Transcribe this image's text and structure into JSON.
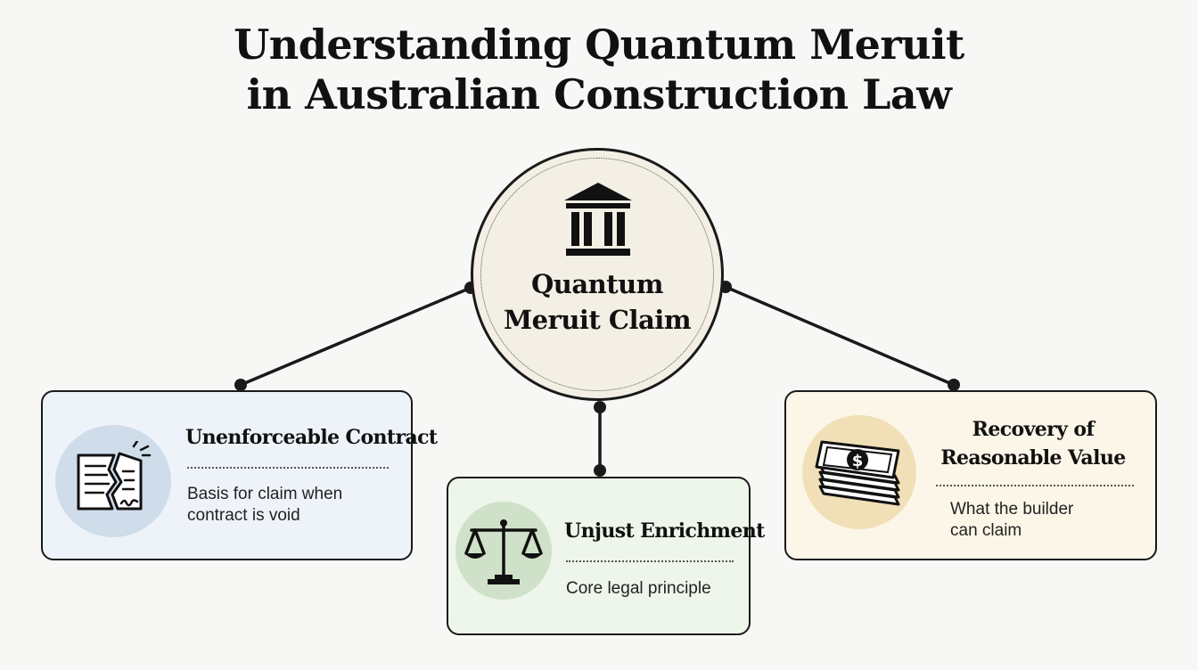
{
  "title": {
    "line1": "Understanding Quantum Meruit",
    "line2": "in Australian Construction Law"
  },
  "hub": {
    "line1": "Quantum",
    "line2": "Meruit Claim",
    "icon": "courthouse-icon"
  },
  "cards": {
    "left": {
      "title": "Unenforceable Contract",
      "desc_line1": "Basis for claim when",
      "desc_line2": "contract is void",
      "icon": "torn-contract-icon",
      "accent": "#cfdcea"
    },
    "middle": {
      "title": "Unjust Enrichment",
      "desc": "Core legal principle",
      "icon": "scales-of-justice-icon",
      "accent": "#cfe2c9"
    },
    "right": {
      "title_line1": "Recovery of",
      "title_line2": "Reasonable Value",
      "desc_line1": "What the builder",
      "desc_line2": "can claim",
      "icon": "money-stack-icon",
      "accent": "#f1e0b7"
    }
  },
  "colors": {
    "background": "#f7f7f5",
    "hub_fill": "#f3efe4",
    "line": "#1a1a1a"
  }
}
